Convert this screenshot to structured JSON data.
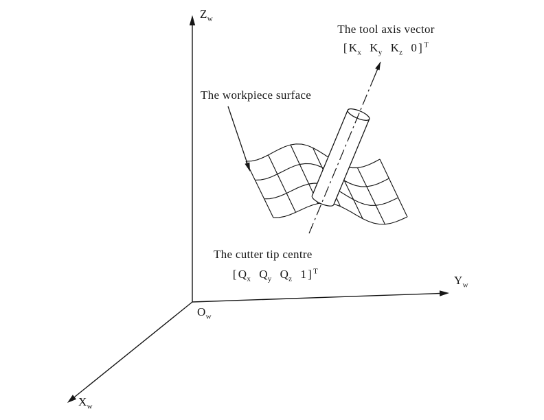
{
  "colors": {
    "ink": "#161616",
    "background": "#ffffff"
  },
  "axes": {
    "z": {
      "base": "Z",
      "sub": "w"
    },
    "y": {
      "base": "Y",
      "sub": "w"
    },
    "x": {
      "base": "X",
      "sub": "w"
    },
    "origin": {
      "base": "O",
      "sub": "w"
    }
  },
  "tool_axis": {
    "title": "The tool axis vector",
    "vector": {
      "open": "[",
      "terms": [
        {
          "base": "K",
          "sub": "x"
        },
        {
          "base": "K",
          "sub": "y"
        },
        {
          "base": "K",
          "sub": "z"
        },
        {
          "base": "0",
          "sub": ""
        }
      ],
      "close": "]",
      "transpose": "T"
    }
  },
  "workpiece": {
    "label": "The workpiece surface"
  },
  "cutter_tip": {
    "title": "The cutter tip centre",
    "vector": {
      "open": "[",
      "terms": [
        {
          "base": "Q",
          "sub": "x"
        },
        {
          "base": "Q",
          "sub": "y"
        },
        {
          "base": "Q",
          "sub": "z"
        },
        {
          "base": "1",
          "sub": ""
        }
      ],
      "close": "]",
      "transpose": "T"
    }
  }
}
